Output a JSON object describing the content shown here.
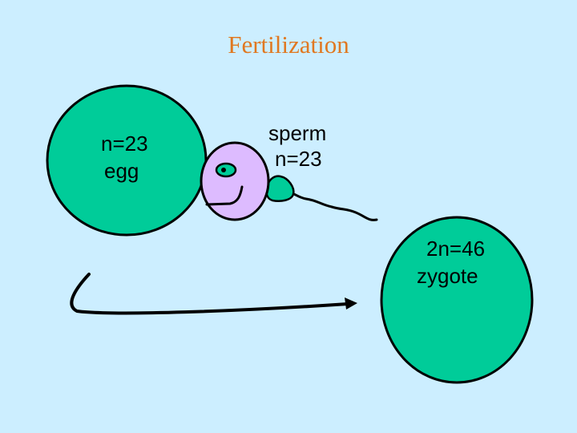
{
  "title": "Fertilization",
  "egg": {
    "line1": "n=23",
    "line2": "egg"
  },
  "sperm": {
    "line1": "sperm",
    "line2": "n=23"
  },
  "zygote": {
    "line1": "2n=46",
    "line2": "zygote"
  },
  "colors": {
    "background": "#cceeff",
    "title": "#e07820",
    "cell_fill": "#00cc99",
    "sperm_head": "#ddbbff",
    "outline": "#000000"
  }
}
